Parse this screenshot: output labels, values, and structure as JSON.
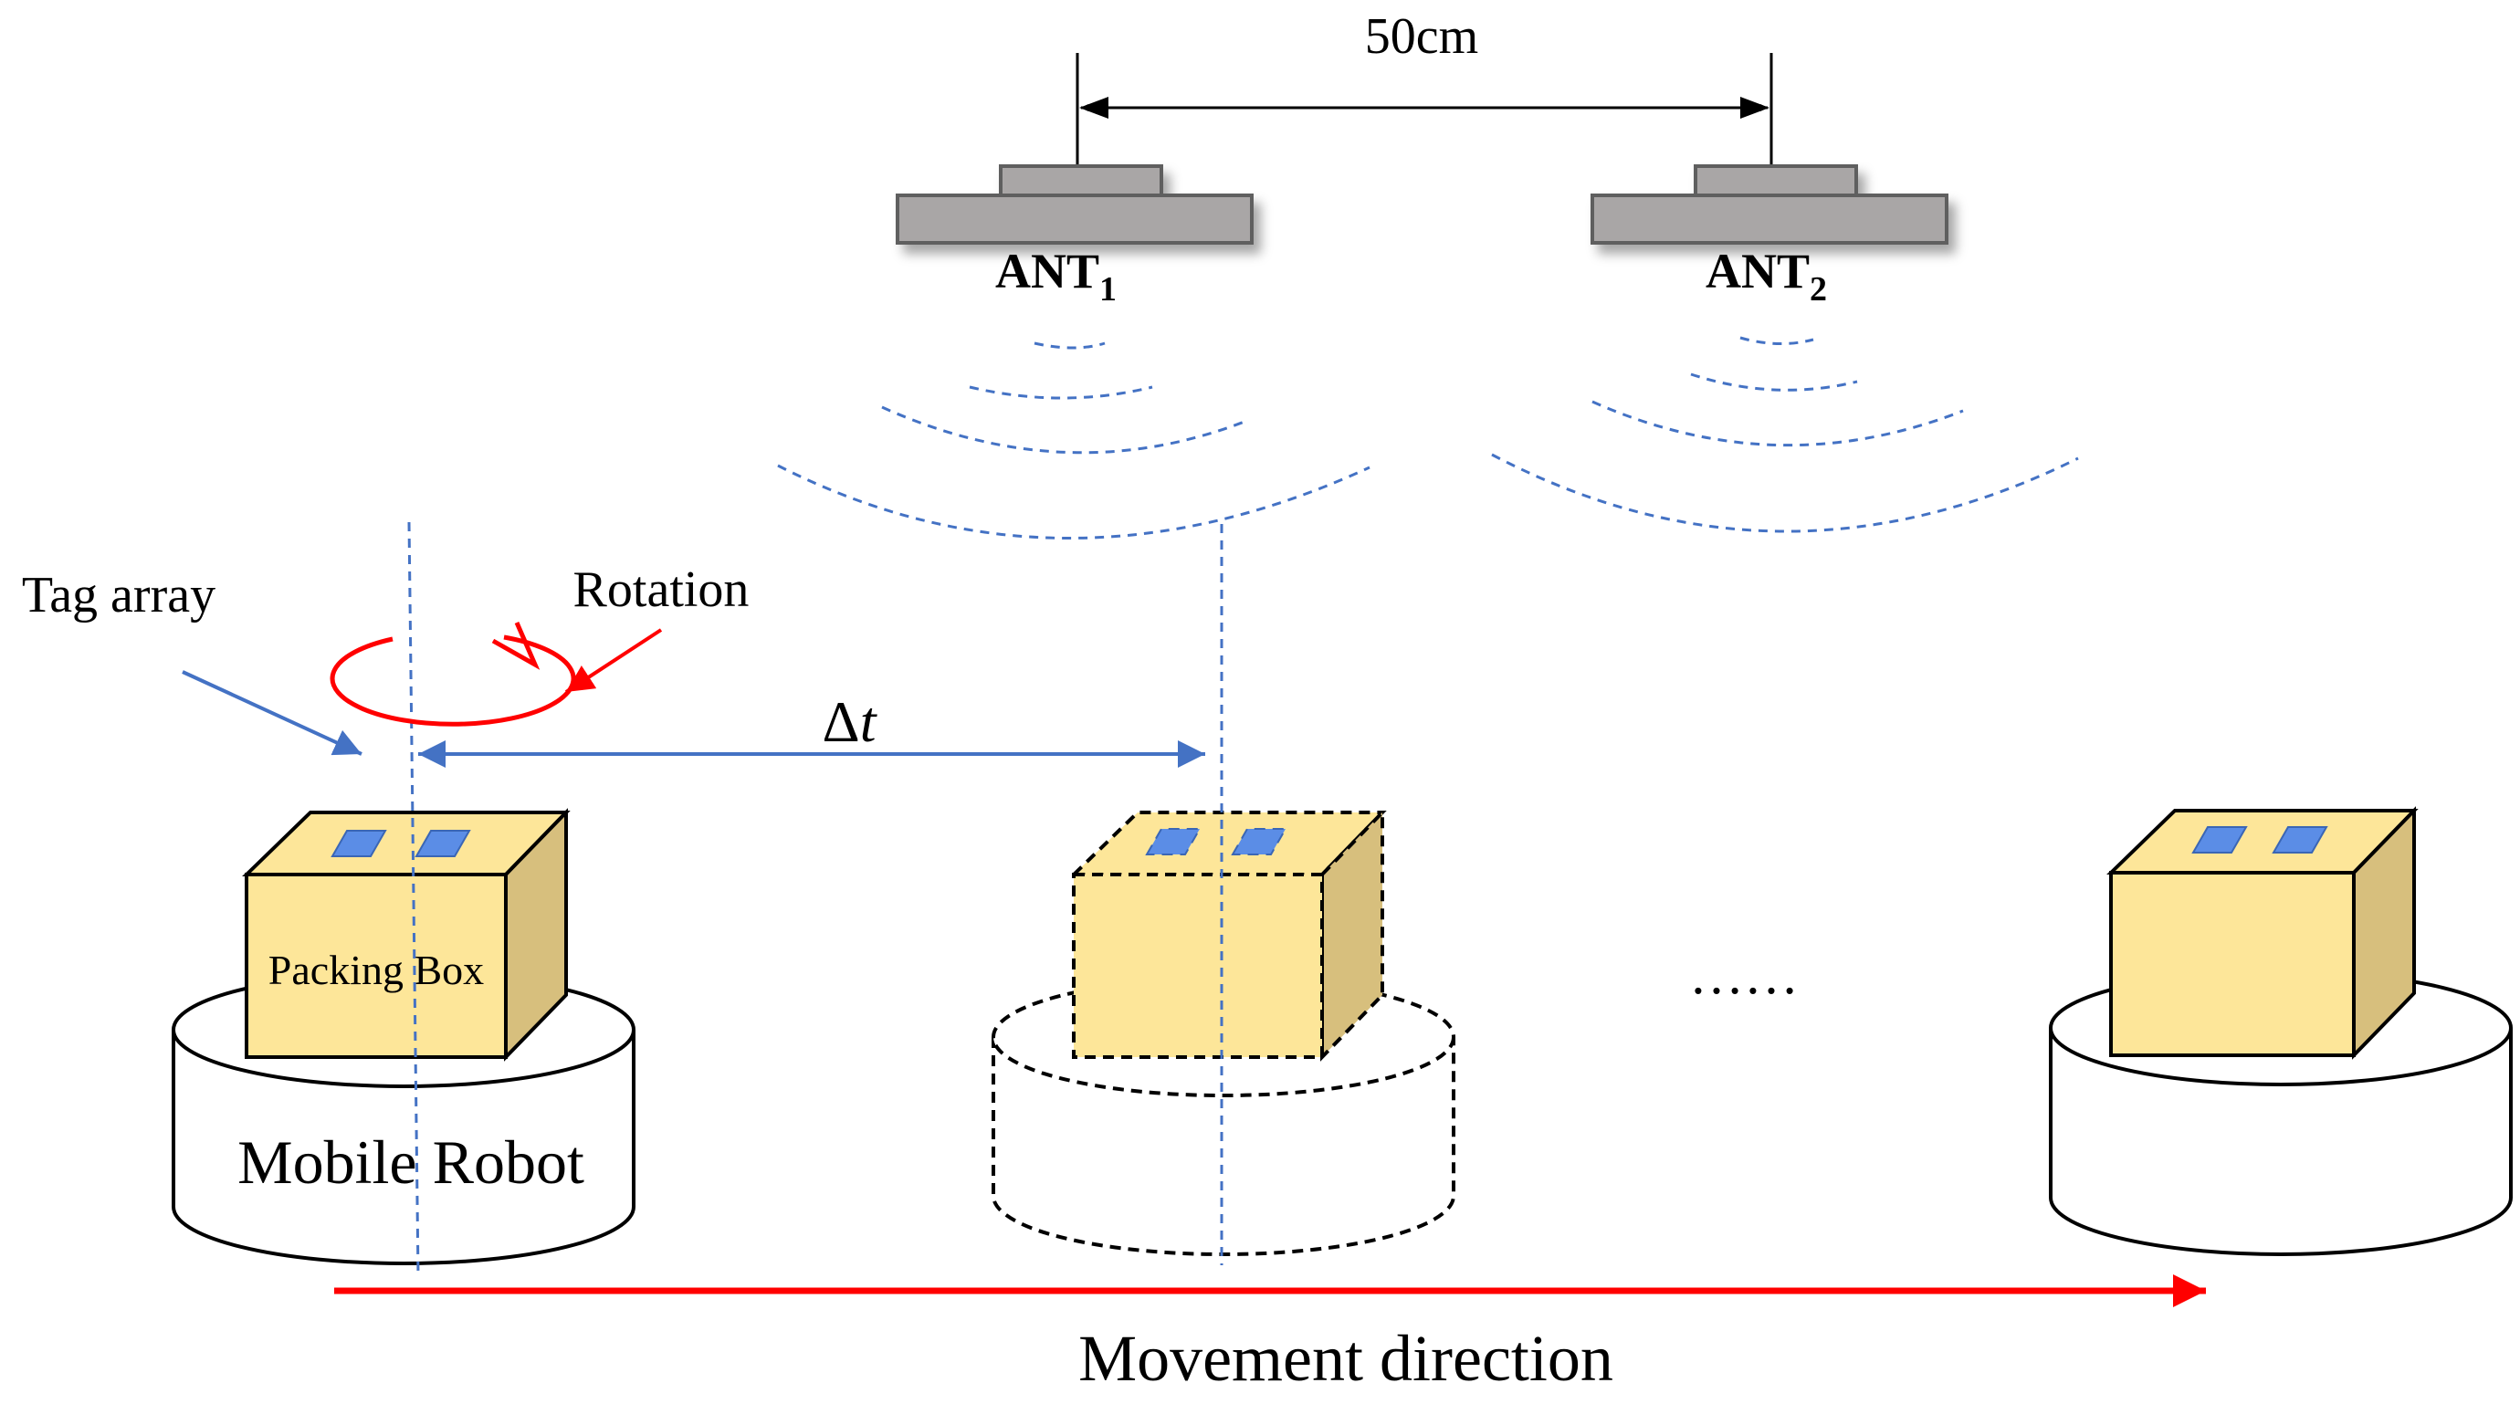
{
  "antennas": {
    "distance_label": "50cm",
    "ant1": {
      "label": "ANT",
      "subscript": "1"
    },
    "ant2": {
      "label": "ANT",
      "subscript": "2"
    }
  },
  "labels": {
    "tag_array": "Tag array",
    "rotation": "Rotation",
    "delta_t_symbol": "Δ",
    "delta_t_var": "t",
    "packing_box": "Packing Box",
    "mobile_robot": "Mobile Robot",
    "ellipsis": "……",
    "movement_direction": "Movement direction"
  },
  "colors": {
    "antenna_fill": "#a9a6a6",
    "antenna_stroke": "#5e5e5e",
    "wave": "#4472c4",
    "guide_line": "#4472c4",
    "red_arrow": "#ff0000",
    "box_front": "#fde699",
    "box_side": "#d7bf7d",
    "tag": "#5b8de6"
  }
}
